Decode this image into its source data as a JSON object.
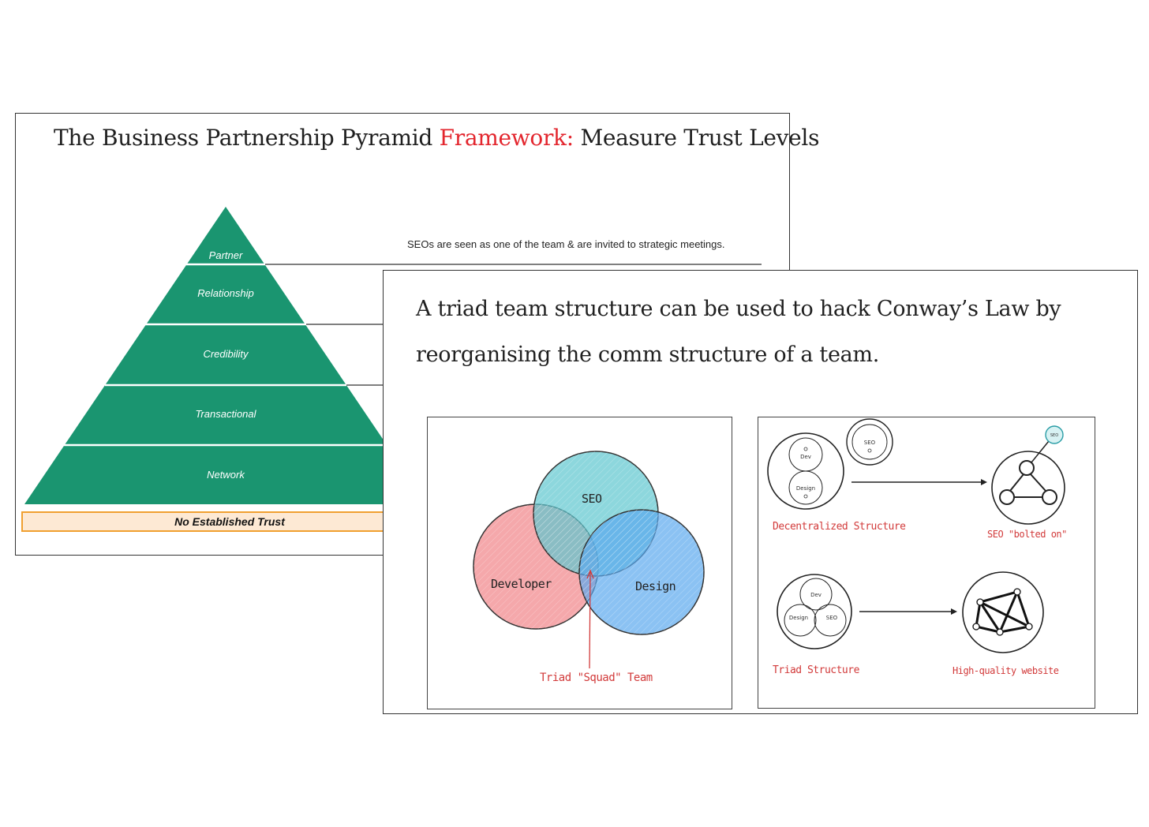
{
  "pyramid_slide": {
    "title_before": "The Business Partnership Pyramid ",
    "title_accent": "Framework:",
    "title_after": " Measure Trust Levels",
    "accent_color": "#e3262e",
    "pyramid_color": "#1a9570",
    "levels": [
      "Partner",
      "Relationship",
      "Credibility",
      "Transactional",
      "Network"
    ],
    "partner_note": "SEOs are seen as one of the team & are invited to strategic meetings.",
    "base_label": "No Established  Trust"
  },
  "triad_slide": {
    "title": "A triad team structure can be used to hack Conway’s Law by reorganising the comm structure of a team.",
    "venn": {
      "circles": [
        "SEO",
        "Developer",
        "Design"
      ],
      "callout": "Triad \"Squad\" Team",
      "colors": {
        "seo": "#5cc6cf",
        "developer": "#f28b8f",
        "design": "#5aa8ee"
      }
    },
    "structures": {
      "node_dev": "Dev",
      "node_design": "Design",
      "node_seo": "SEO",
      "decentralized_label": "Decentralized Structure",
      "bolted_label": "SEO \"bolted on\"",
      "triad_label": "Triad Structure",
      "quality_label": "High-quality website"
    }
  }
}
